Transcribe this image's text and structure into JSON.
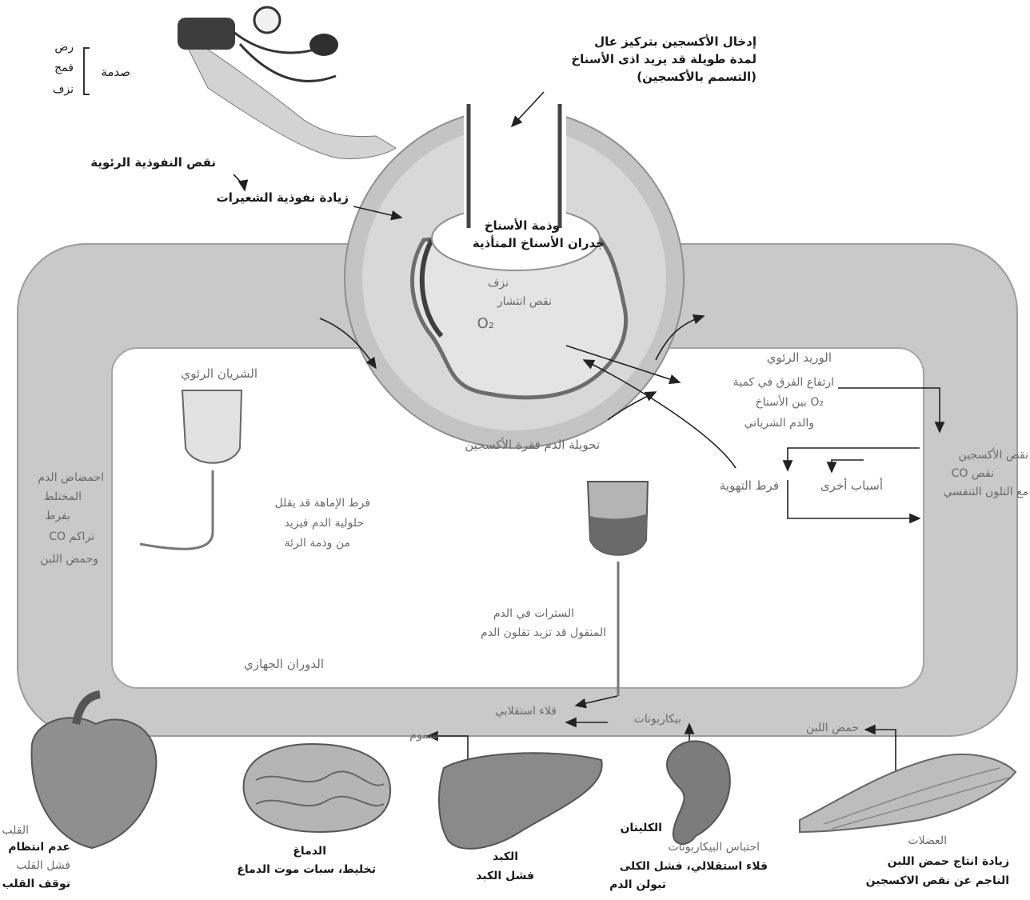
{
  "arm": {
    "bracket_items": [
      "رض",
      "فمج",
      "نزف"
    ],
    "label": "صدمة"
  },
  "oxygen_note": [
    "إدخال الأكسجين بتركيز عال",
    "لمدة طويلة قد يزيد اذى الأسناخ",
    "(التسمم بالأكسجين)"
  ],
  "lung": {
    "permeability": "نقص النفوذية الرئوية",
    "capillary": "زيادة نفوذية الشعيرات",
    "edema": "وذمة الأسناخ",
    "walls": "جدران الأسناخ المتأذية",
    "bleed": "نزف",
    "diffusion": "نقص انتشار",
    "o2": "O₂",
    "shunt": "تحويلة الدم فقرة الأكسجين"
  },
  "pulmonary_vein": {
    "title": "الوريد الرئوي",
    "lines": [
      "ارتفاع الفرق في كمية",
      "O₂ بين الأسناخ",
      "والدم الشرياني"
    ]
  },
  "pulmonary_artery": {
    "title": "الشريان الرئوي"
  },
  "right_box": {
    "lines": [
      "نقص الأكسجين",
      "نقص CO",
      "مع التلون التنفسي"
    ]
  },
  "other_causes": "أسباب أخرى",
  "hyperventilation": "فرط التهوية",
  "left_box": {
    "lines": [
      "احمضاض الدم",
      "المختلط",
      "بفرط",
      "تراكم CO",
      "وحمض اللبن"
    ]
  },
  "hydration": [
    "فرط الإماهة قد يقلل",
    "حلولية الدم فيزيد",
    "من وذمة الرئة"
  ],
  "citrates": [
    "السترات في الدم",
    "المنقول قد تزيد تقلون الدم"
  ],
  "systemic": "الدوران الجهازي",
  "alkalosis": "قلاء استقلابي",
  "bicarbonate": "بيكاربونات",
  "toxins": "سموم",
  "lactic": "حمض اللبن",
  "organs": {
    "heart": [
      "القلب",
      "عدم انتظام",
      "فشل القلب",
      "توقف القلب"
    ],
    "brain": [
      "الدماغ",
      "تخليط، سبات موت الدماغ"
    ],
    "liver": [
      "الكبد",
      "فشل الكبد"
    ],
    "kidney": [
      "الكليتان",
      "احتباس البيكاربونات",
      "قلاء استقلالي، فشل الكلى",
      "تبولن الدم"
    ],
    "muscles": [
      "العضلات",
      "زيادة انتاج حمض اللبن",
      "الناجم عن نقص الاكسجين"
    ]
  }
}
